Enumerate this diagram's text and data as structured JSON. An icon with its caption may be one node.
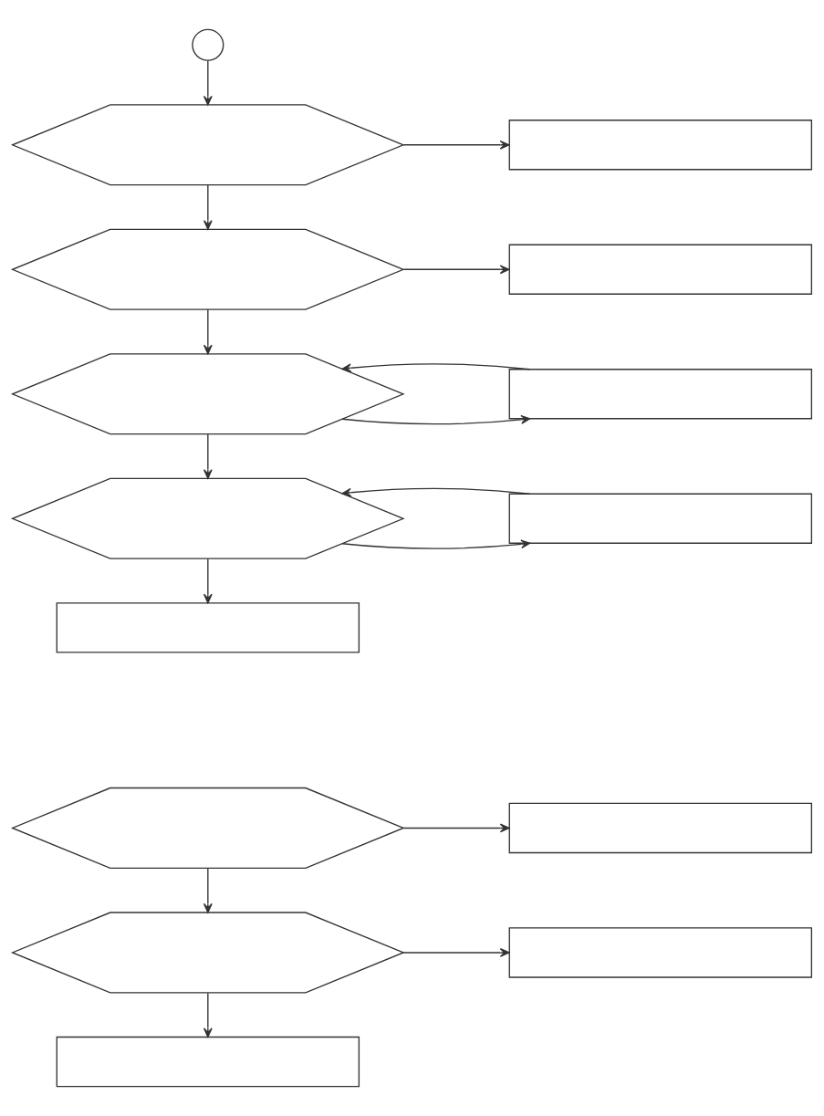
{
  "diagram": {
    "nodes": [
      {
        "text": [],
        "shape": "circle"
      },
      {
        "text": [],
        "shape": "hexagon"
      },
      {
        "text": [],
        "shape": "box"
      },
      {
        "text": [],
        "shape": "hexagon"
      },
      {
        "text": [],
        "shape": "box"
      },
      {
        "text": [],
        "shape": "hexagon"
      },
      {
        "text": [],
        "shape": "box"
      },
      {
        "text": [],
        "shape": "hexagon"
      },
      {
        "text": [],
        "shape": "box"
      },
      {
        "text": [],
        "shape": "box"
      },
      {
        "text": [],
        "shape": "hexagon"
      },
      {
        "text": [],
        "shape": "box"
      },
      {
        "text": [],
        "shape": "hexagon"
      },
      {
        "text": [],
        "shape": "box"
      },
      {
        "text": [],
        "shape": "box"
      }
    ],
    "edges": [
      {
        "from": 0,
        "to": 1,
        "arrow": "to"
      },
      {
        "from": 1,
        "to": 2,
        "arrow": "to"
      },
      {
        "from": 1,
        "to": 3,
        "arrow": "to"
      },
      {
        "from": 3,
        "to": 4,
        "arrow": "to"
      },
      {
        "from": 3,
        "to": 5,
        "arrow": "to"
      },
      {
        "from": 5,
        "to": 6,
        "arrow": "to"
      },
      {
        "from": 6,
        "to": 5,
        "arrow": "to"
      },
      {
        "from": 5,
        "to": 7,
        "arrow": "to"
      },
      {
        "from": 7,
        "to": 8,
        "arrow": "to"
      },
      {
        "from": 8,
        "to": 7,
        "arrow": "to"
      },
      {
        "from": 7,
        "to": 9,
        "arrow": "to"
      },
      {
        "from": 10,
        "to": 11,
        "arrow": "to"
      },
      {
        "from": 10,
        "to": 12,
        "arrow": "to"
      },
      {
        "from": 12,
        "to": 13,
        "arrow": "to"
      },
      {
        "from": 12,
        "to": 14,
        "arrow": "to"
      }
    ]
  }
}
